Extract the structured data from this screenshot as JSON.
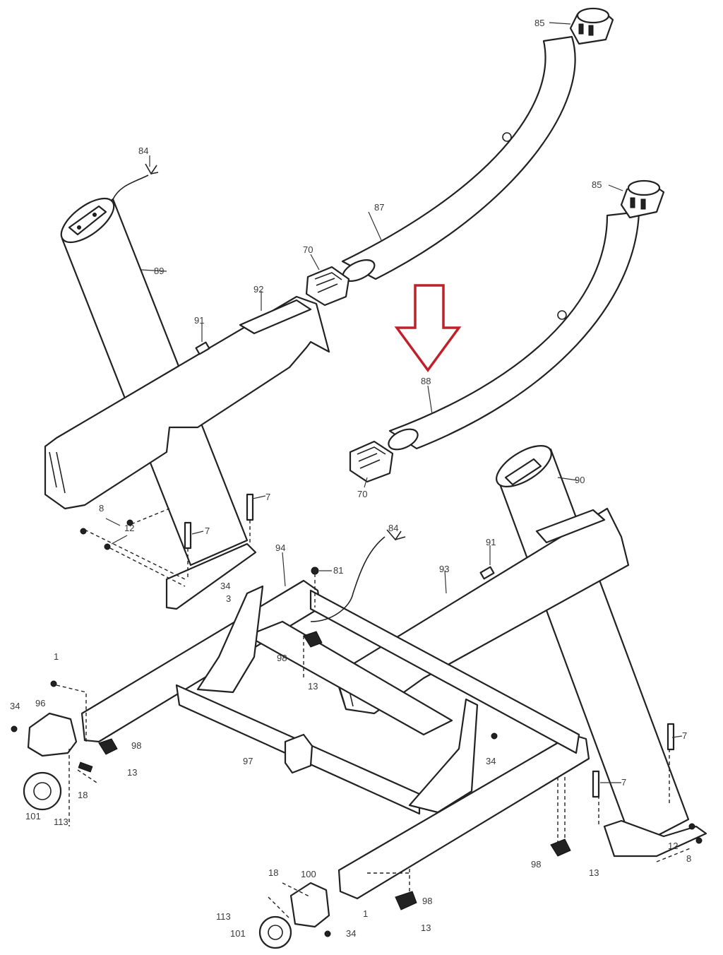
{
  "callouts": {
    "c85a": "85",
    "c85b": "85",
    "c84a": "84",
    "c84b": "84",
    "c87": "87",
    "c88": "88",
    "c89": "89",
    "c90": "90",
    "c70a": "70",
    "c70b": "70",
    "c92": "92",
    "c91a": "91",
    "c91b": "91",
    "c93": "93",
    "c94": "94",
    "c81": "81",
    "c7a": "7",
    "c7b": "7",
    "c7c": "7",
    "c7d": "7",
    "c8a": "8",
    "c8b": "8",
    "c12a": "12",
    "c12b": "12",
    "c34a": "34",
    "c34b": "34",
    "c34c": "34",
    "c34d": "34",
    "c3": "3",
    "c98a": "98",
    "c98b": "98",
    "c98c": "98",
    "c98d": "98",
    "c13a": "13",
    "c13b": "13",
    "c13c": "13",
    "c13d": "13",
    "c1a": "1",
    "c1b": "1",
    "c96": "96",
    "c97": "97",
    "c18a": "18",
    "c18b": "18",
    "c101a": "101",
    "c101b": "101",
    "c113a": "113",
    "c113b": "113",
    "c100": "100"
  },
  "colors": {
    "highlight_arrow": "#c0202a",
    "line": "#222222"
  }
}
